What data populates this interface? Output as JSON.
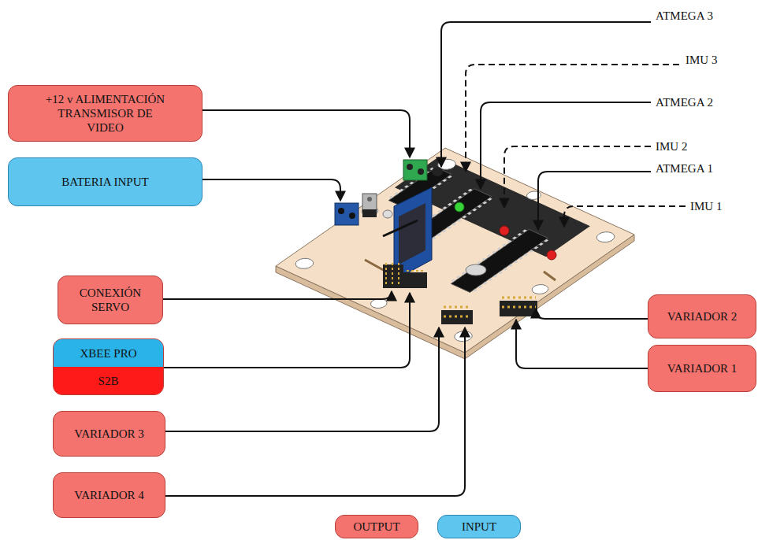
{
  "diagram": {
    "nodes": [
      {
        "text": [
          "+12 v ALIMENTACIÓN TRANSMISOR DE VIDEO"
        ]
      },
      {
        "text": [
          "BATERIA INPUT"
        ]
      },
      {
        "text": [
          "CONEXIÓN SERVO"
        ]
      },
      {
        "text": [
          "XBEE PRO",
          "S2B"
        ]
      },
      {
        "text": [
          "VARIADOR 3"
        ]
      },
      {
        "text": [
          "VARIADOR 4"
        ]
      },
      {
        "text": [
          "VARIADOR 2"
        ]
      },
      {
        "text": [
          "VARIADOR 1"
        ]
      }
    ],
    "labels": [
      "ATMEGA 3",
      "IMU 3",
      "ATMEGA 2",
      "IMU 2",
      "ATMEGA 1",
      "IMU 1"
    ],
    "legend": [
      {
        "text": "OUTPUT",
        "color": "#f4736e"
      },
      {
        "text": "INPUT",
        "color": "#5ec5ee"
      }
    ]
  }
}
